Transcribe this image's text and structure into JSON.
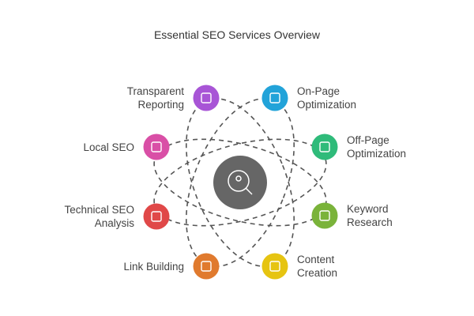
{
  "title": "Essential SEO Services Overview",
  "center": {
    "icon": "seo-search-icon",
    "color": "#666666"
  },
  "nodes": [
    {
      "label": "Transparent Reporting",
      "lines": [
        "Transparent",
        "Reporting"
      ],
      "color": "#a855d6",
      "icon": "chart-icon",
      "side": "left"
    },
    {
      "label": "On-Page Optimization",
      "lines": [
        "On-Page",
        "Optimization"
      ],
      "color": "#22a3d9",
      "icon": "browser-icon",
      "side": "right"
    },
    {
      "label": "Off-Page Optimization",
      "lines": [
        "Off-Page",
        "Optimization"
      ],
      "color": "#2fbb7a",
      "icon": "nodes-link-icon",
      "side": "right"
    },
    {
      "label": "Keyword Research",
      "lines": [
        "Keyword",
        "Research"
      ],
      "color": "#7ab33a",
      "icon": "chat-search-icon",
      "side": "right"
    },
    {
      "label": "Content Creation",
      "lines": [
        "Content",
        "Creation"
      ],
      "color": "#e6c411",
      "icon": "document-edit-icon",
      "side": "right"
    },
    {
      "label": "Link Building",
      "lines": [
        "Link Building"
      ],
      "color": "#e07a2e",
      "icon": "chain-link-icon",
      "side": "left"
    },
    {
      "label": "Technical SEO Analysis",
      "lines": [
        "Technical SEO",
        "Analysis"
      ],
      "color": "#e04848",
      "icon": "gear-icon",
      "side": "left"
    },
    {
      "label": "Local SEO",
      "lines": [
        "Local SEO"
      ],
      "color": "#d94fa6",
      "icon": "location-pin-icon",
      "side": "left"
    }
  ]
}
